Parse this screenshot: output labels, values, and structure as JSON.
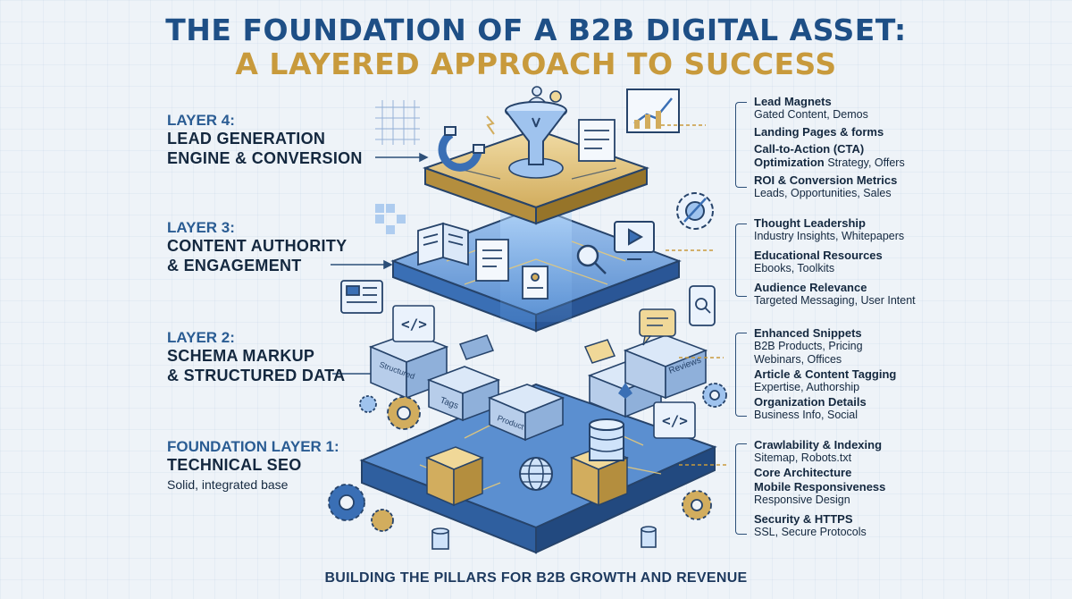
{
  "title": {
    "line1": "THE FOUNDATION OF A B2B DIGITAL ASSET:",
    "line2": "A LAYERED APPROACH TO SUCCESS"
  },
  "footer": "BUILDING THE PILLARS FOR B2B GROWTH AND REVENUE",
  "layers": [
    {
      "label": "LAYER 4:",
      "heading": [
        "LEAD GENERATION",
        "ENGINE & CONVERSION"
      ],
      "items": [
        {
          "title": "Lead Magnets",
          "desc": "Gated Content, Demos"
        },
        {
          "title": "Landing Pages & forms",
          "desc": ""
        },
        {
          "title": "Call-to-Action (CTA)",
          "desc": ""
        },
        {
          "title": "Optimization",
          "inline": "Strategy, Offers"
        },
        {
          "title": "ROI & Conversion Metrics",
          "desc": "Leads, Opportunities, Sales"
        }
      ]
    },
    {
      "label": "LAYER 3:",
      "heading": [
        "CONTENT AUTHORITY",
        "& ENGAGEMENT"
      ],
      "items": [
        {
          "title": "Thought Leadership",
          "desc": "Industry Insights, Whitepapers"
        },
        {
          "title": "Educational Resources",
          "desc": "Ebooks, Toolkits"
        },
        {
          "title": "Audience Relevance",
          "desc": "Targeted Messaging, User Intent"
        }
      ]
    },
    {
      "label": "LAYER 2:",
      "heading": [
        "SCHEMA MARKUP",
        "& STRUCTURED DATA"
      ],
      "items": [
        {
          "title": "Enhanced Snippets",
          "desc": "B2B Products, Pricing\nWebinars, Offices"
        },
        {
          "title": "Article & Content Tagging",
          "desc": "Expertise, Authorship"
        },
        {
          "title": "Organization Details",
          "desc": "Business Info, Social"
        }
      ]
    },
    {
      "label": "FOUNDATION LAYER 1:",
      "heading": [
        "TECHNICAL SEO"
      ],
      "sub": "Solid, integrated base",
      "items": [
        {
          "title": "Crawlability & Indexing",
          "desc": "Sitemap, Robots.txt"
        },
        {
          "title": "Core Architecture",
          "desc": ""
        },
        {
          "title": "Mobile Responsiveness",
          "desc": "Responsive Design"
        },
        {
          "title": "Security & HTTPS",
          "desc": "SSL, Secure Protocols"
        }
      ]
    }
  ],
  "tiles": {
    "structured": "Structured",
    "tags": "Tags",
    "product": "Product",
    "reviews": "Reviews",
    "code": "</>"
  },
  "colors": {
    "primary": "#1e4f86",
    "gold": "#c89a3c",
    "ink": "#14283f",
    "slab_blue": "#4d7fc0",
    "slab_gold": "#d6b56a"
  },
  "icons": [
    "funnel-icon",
    "magnet-icon",
    "growth-chart-icon",
    "book-icon",
    "document-icon",
    "video-icon",
    "search-icon",
    "gear-icon",
    "code-icon",
    "database-icon",
    "globe-icon",
    "tag-icon",
    "speech-bubble-icon",
    "mobile-search-icon"
  ]
}
